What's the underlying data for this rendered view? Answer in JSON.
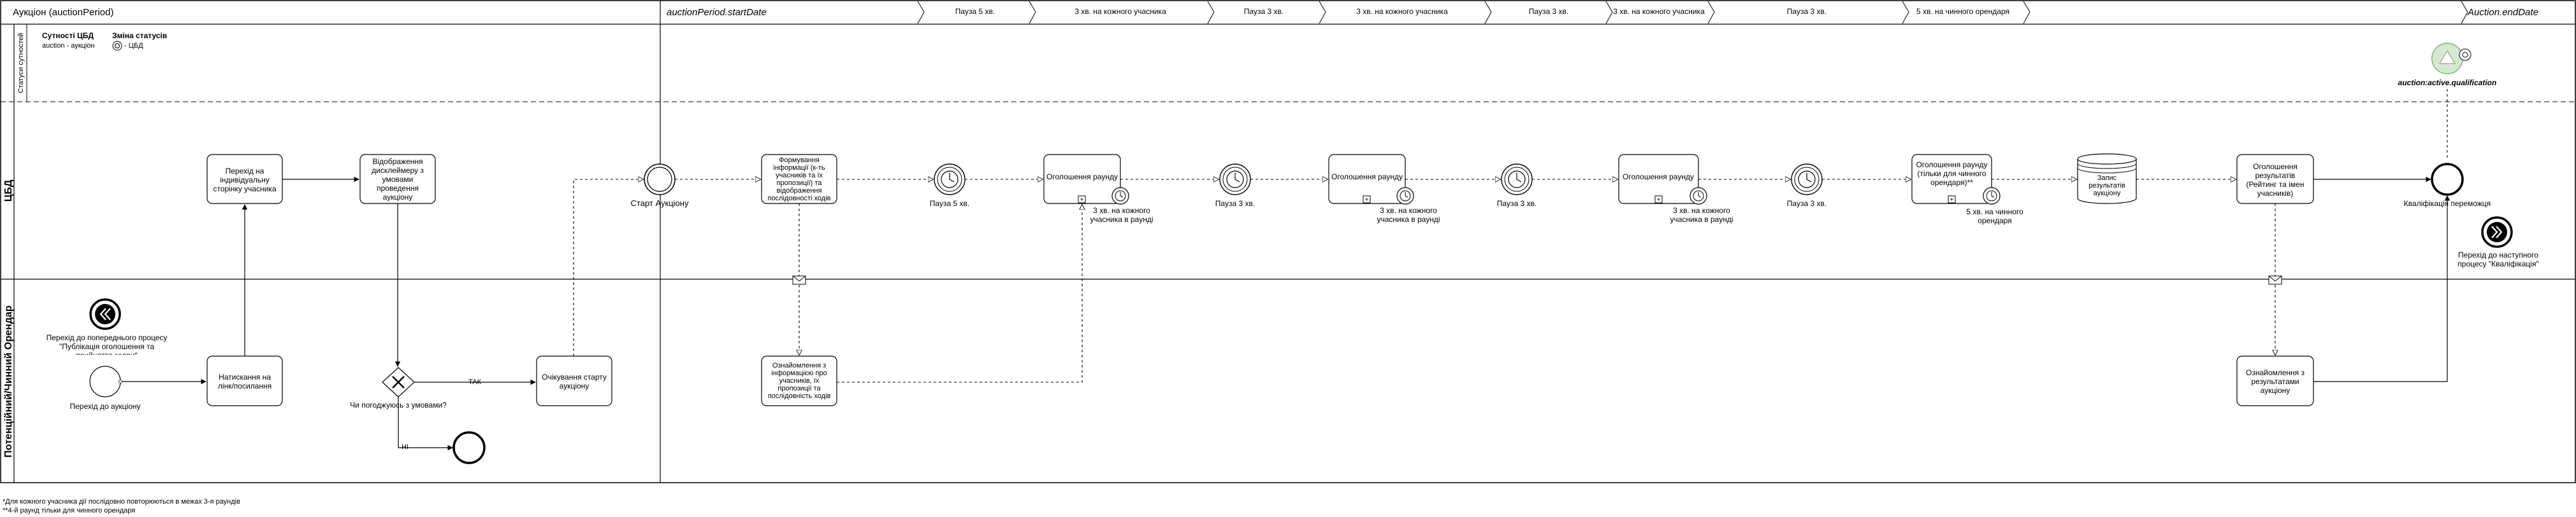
{
  "header": {
    "pool_title": "Аукціон (auctionPeriod)",
    "start_label": "auctionPeriod.startDate",
    "end_label": "Auction.endDate",
    "phases": [
      "Пауза 5 хв.",
      "3 хв. на кожного учасника",
      "Пауза 3 хв.",
      "3 хв. на кожного учасника",
      "Пауза 3 хв.",
      "3 хв. на кожного учасника",
      "Пауза 3 хв.",
      "5 хв. на чинного орендаря"
    ]
  },
  "lanes": {
    "status": "Статуси сутностей",
    "cbd": "ЦБД",
    "participant": "Потенційний/Чинний Орендар"
  },
  "legend": {
    "entities_title": "Сутності ЦБД",
    "entities_value": "auction - аукціон",
    "status_title": "Зміна статусів",
    "status_value": "- ЦБД"
  },
  "status_event": "auction:active.qualification",
  "nodes": {
    "go_profile": "Перехід на індивідуальну сторінку учасника",
    "disclaimer": "Відображення дисклеймеру з умовами проведення аукціону",
    "start_auction": "Старт Аукціону",
    "formation": "Формування інформації (к-ть учасників та їх пропозиції) та відображення послідовності ходів",
    "pause1": "Пауза 5 хв.",
    "round1": "Оголошення раунду",
    "round1_timer": "3 хв. на кожного учасника в раунді",
    "pause2": "Пауза 3 хв.",
    "round2": "Оголошення раунду",
    "round2_timer": "3 хв. на кожного учасника в раунді",
    "pause3": "Пауза 3 хв.",
    "round3": "Оголошення раунду",
    "round3_timer": "3 хв. на кожного учасника в раунді",
    "pause4": "Пауза 3 хв.",
    "round4": "Оголошення раунду (тільки для чинного орендаря)**",
    "round4_timer": "5 хв. на чинного орендаря",
    "record": "Запис результатів аукціону",
    "results": "Оголошення результатів (Рейтинг та імен учасників)",
    "qualification": "Кваліфікація переможця",
    "next_process": "Перехід до наступного процесу \"Кваліфікація\"",
    "prev_process": "Перехід до попереднього процесу \"Публікація оголошення та прийняття заяви\"",
    "go_auction": "Перехід до аукціону",
    "click_link": "Натискання на лінк/посилання",
    "agree_question": "Чи погоджуюсь з умовами?",
    "yes": "ТАК",
    "no": "НІ",
    "wait_start": "Очікування старту аукціону",
    "familiarize": "Ознайомлення з інформацією про учасників, їх пропозиції та послідовність ходів",
    "familiarize_results": "Ознайомлення з результатами аукціону"
  },
  "notes": [
    "*Для кожного учасника дії послідовно повторюються в межах 3-я раундів",
    "**4-й раунд тільки для чинного орендаря"
  ]
}
